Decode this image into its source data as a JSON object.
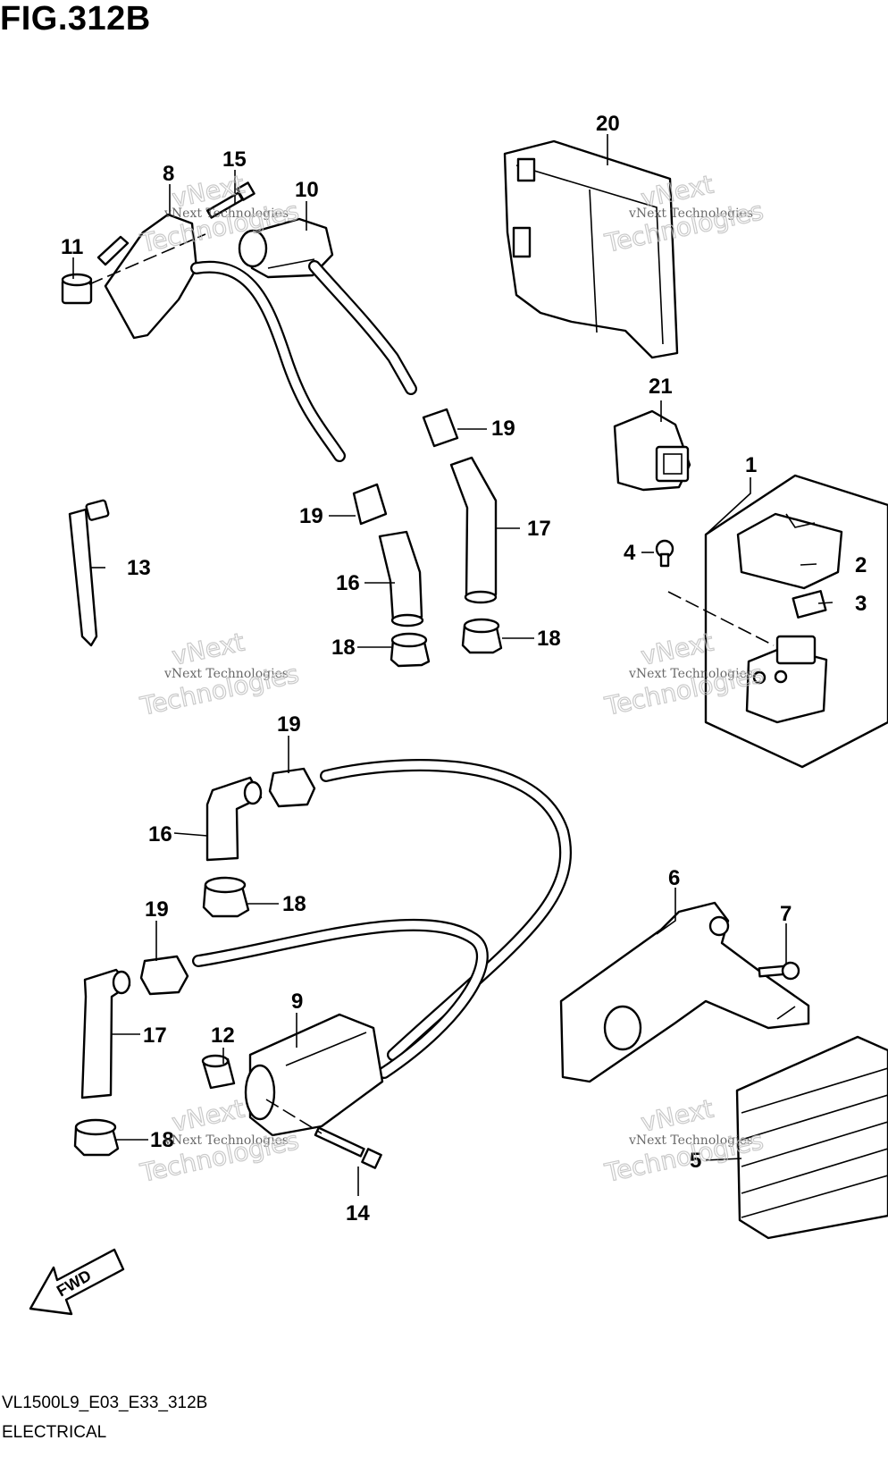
{
  "figure": {
    "title": "FIG.312B",
    "code": "VL1500L9_E03_E33_312B",
    "name": "ELECTRICAL",
    "direction_label": "FWD"
  },
  "callouts": [
    "1",
    "2",
    "3",
    "4",
    "5",
    "6",
    "7",
    "8",
    "9",
    "10",
    "11",
    "12",
    "13",
    "14",
    "15",
    "16",
    "16",
    "17",
    "17",
    "18",
    "18",
    "18",
    "18",
    "19",
    "19",
    "19",
    "19",
    "20",
    "21"
  ],
  "watermark": {
    "line1": "vNext Technologies",
    "line2": "vNext",
    "line3": "Technologies"
  }
}
